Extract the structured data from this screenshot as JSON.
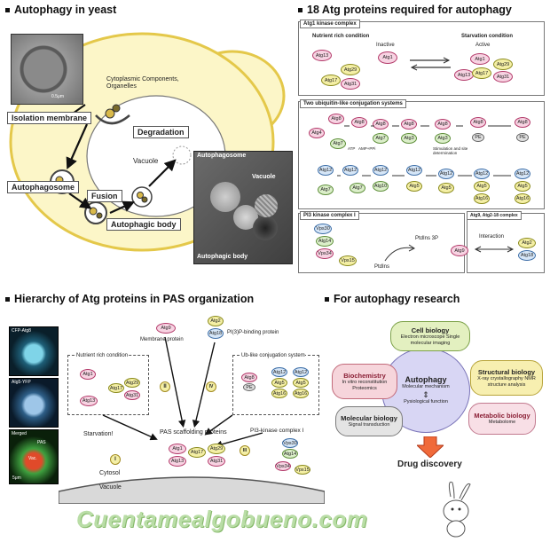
{
  "sections": {
    "top_left": {
      "title": "Autophagy in yeast"
    },
    "top_right": {
      "title": "18 Atg proteins required for autophagy"
    },
    "bottom_left": {
      "title": "Hierarchy of Atg proteins in PAS organization"
    },
    "bottom_right": {
      "title": "For autophagy research"
    }
  },
  "yeast": {
    "cytoplasmic": "Cytoplasmic Components, Organelles",
    "isolation_membrane": "Isolation membrane",
    "degradation": "Degradation",
    "vacuole": "Vacuole",
    "autophagosome": "Autophagosome",
    "fusion": "Fusion",
    "autophagic_body": "Autophagic body",
    "scale": "0.5μm",
    "em_autophagosome": "Autophagosome",
    "em_vacuole": "Vacuole",
    "em_autophagic_body": "Autophagic body"
  },
  "atg": {
    "complex1": "Atg1 kinase complex",
    "nutrient_rich": "Nutrient rich condition",
    "inactive": "Inactive",
    "starvation": "Starvation condition",
    "active": "Active",
    "atg1": "Atg1",
    "atg13": "Atg13",
    "atg17": "Atg17",
    "atg29": "Atg29",
    "atg31": "Atg31",
    "complex2": "Two ubiquitin-like conjugation systems",
    "atg8": "Atg8",
    "atg4": "Atg4",
    "atg7": "Atg7",
    "atg3": "Atg3",
    "atg12": "Atg12",
    "atg10": "Atg10",
    "atg5": "Atg5",
    "atg16": "Atg16",
    "pe": "PE",
    "atp": "ATP",
    "amp": "AMP+PPi",
    "stimulation": "Stimulation and site determination",
    "complex3": "PI3 kinase complex I",
    "vps30": "Vps30",
    "atg14": "Atg14",
    "vps34": "Vps34",
    "vps15": "Vps15",
    "ptdins": "PtdIns",
    "ptdins3p": "PtdIns 3P",
    "complex4": "Atg9, Atg2-18 complex",
    "atg9": "Atg9",
    "interaction": "Interaction",
    "atg2": "Atg2",
    "atg18": "Atg18"
  },
  "pas": {
    "cfp": "CFP-Atg8",
    "yfp": "Atg5-YFP",
    "merged": "Merged",
    "pas_label": "PAS",
    "vac": "Vac.",
    "scale": "5μm",
    "membrane_protein": "Membrane protein",
    "pi3p_binding": "PI(3)P-binding protein",
    "nutrient_rich": "Nutrient rich condition",
    "ub_like": "Ub-like conjugation system",
    "starvation": "Starvation!",
    "scaffolding": "PAS scaffolding proteins",
    "pi3_kinase": "PI3-kinase complex I",
    "cytosol": "Cytosol",
    "vacuole": "Vacuole",
    "roman": [
      "I",
      "II",
      "III",
      "IV"
    ]
  },
  "research": {
    "cell_bio": {
      "title": "Cell biology",
      "sub": "Electron microscope\nSingle molecular imaging"
    },
    "biochem": {
      "title": "Biochemistry",
      "sub": "In vitro reconstitution\nProteomics"
    },
    "structural": {
      "title": "Structural biology",
      "sub": "X-ray crystallography\nNMR structure analysis"
    },
    "center": {
      "title": "Autophagy",
      "sub1": "Molecular mechanism",
      "sub2": "Pysiological function"
    },
    "mol_bio": {
      "title": "Molecular biology",
      "sub": "Signal transduction"
    },
    "metabolic": {
      "title": "Metabolic biology",
      "sub": "Metabolome"
    },
    "drug": "Drug discovery"
  },
  "watermark": "Cuentamealgobueno.com",
  "colors": {
    "yeast_cell": "#fcf6c8",
    "cell_border": "#e4c84a",
    "pink": "#f7d3e2",
    "yellow": "#f4efa5",
    "blue": "#d6e6f7",
    "green": "#dbeec9"
  }
}
